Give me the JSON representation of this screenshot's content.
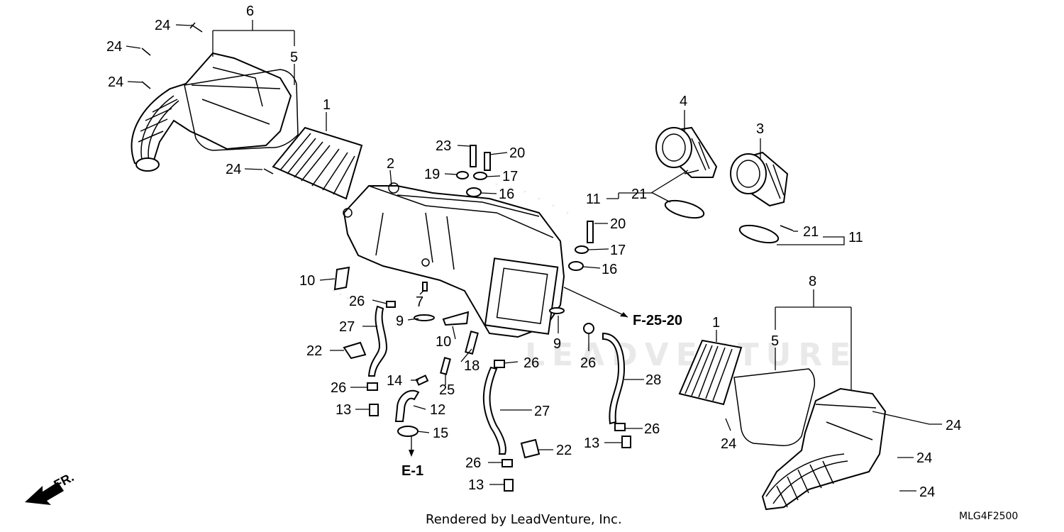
{
  "diagram": {
    "callouts": [
      {
        "id": "c6",
        "text": "6"
      },
      {
        "id": "c5a",
        "text": "5"
      },
      {
        "id": "c1a",
        "text": "1"
      },
      {
        "id": "c24a",
        "text": "24"
      },
      {
        "id": "c24b",
        "text": "24"
      },
      {
        "id": "c24c",
        "text": "24"
      },
      {
        "id": "c24d",
        "text": "24"
      },
      {
        "id": "c2",
        "text": "2"
      },
      {
        "id": "c23",
        "text": "23"
      },
      {
        "id": "c20a",
        "text": "20"
      },
      {
        "id": "c19",
        "text": "19"
      },
      {
        "id": "c17a",
        "text": "17"
      },
      {
        "id": "c16a",
        "text": "16"
      },
      {
        "id": "c4",
        "text": "4"
      },
      {
        "id": "c3",
        "text": "3"
      },
      {
        "id": "c21a",
        "text": "21"
      },
      {
        "id": "c11a",
        "text": "11"
      },
      {
        "id": "c20b",
        "text": "20"
      },
      {
        "id": "c21b",
        "text": "21"
      },
      {
        "id": "c11b",
        "text": "11"
      },
      {
        "id": "c17b",
        "text": "17"
      },
      {
        "id": "c16b",
        "text": "16"
      },
      {
        "id": "c10a",
        "text": "10"
      },
      {
        "id": "c26a",
        "text": "26"
      },
      {
        "id": "c7",
        "text": "7"
      },
      {
        "id": "c9a",
        "text": "9"
      },
      {
        "id": "c27a",
        "text": "27"
      },
      {
        "id": "c10b",
        "text": "10"
      },
      {
        "id": "c22a",
        "text": "22"
      },
      {
        "id": "c18",
        "text": "18"
      },
      {
        "id": "c26b",
        "text": "26"
      },
      {
        "id": "c14",
        "text": "14"
      },
      {
        "id": "c25",
        "text": "25"
      },
      {
        "id": "c26c",
        "text": "26"
      },
      {
        "id": "c12",
        "text": "12"
      },
      {
        "id": "c13a",
        "text": "13"
      },
      {
        "id": "c15",
        "text": "15"
      },
      {
        "id": "c27b",
        "text": "27"
      },
      {
        "id": "c22b",
        "text": "22"
      },
      {
        "id": "c26d",
        "text": "26"
      },
      {
        "id": "c13b",
        "text": "13"
      },
      {
        "id": "c9b",
        "text": "9"
      },
      {
        "id": "c26e",
        "text": "26"
      },
      {
        "id": "c28",
        "text": "28"
      },
      {
        "id": "c26f",
        "text": "26"
      },
      {
        "id": "c13c",
        "text": "13"
      },
      {
        "id": "c8",
        "text": "8"
      },
      {
        "id": "c5b",
        "text": "5"
      },
      {
        "id": "c1b",
        "text": "1"
      },
      {
        "id": "c24e",
        "text": "24"
      },
      {
        "id": "c24f",
        "text": "24"
      },
      {
        "id": "c24g",
        "text": "24"
      },
      {
        "id": "c24h",
        "text": "24"
      }
    ],
    "references": {
      "f_ref": "F-25-20",
      "e_ref": "E-1"
    },
    "direction_label": "FR.",
    "footer_text": "Rendered by LeadVenture, Inc.",
    "diagram_code": "MLG4F2500",
    "watermark_text": "LEADVENTURE"
  }
}
